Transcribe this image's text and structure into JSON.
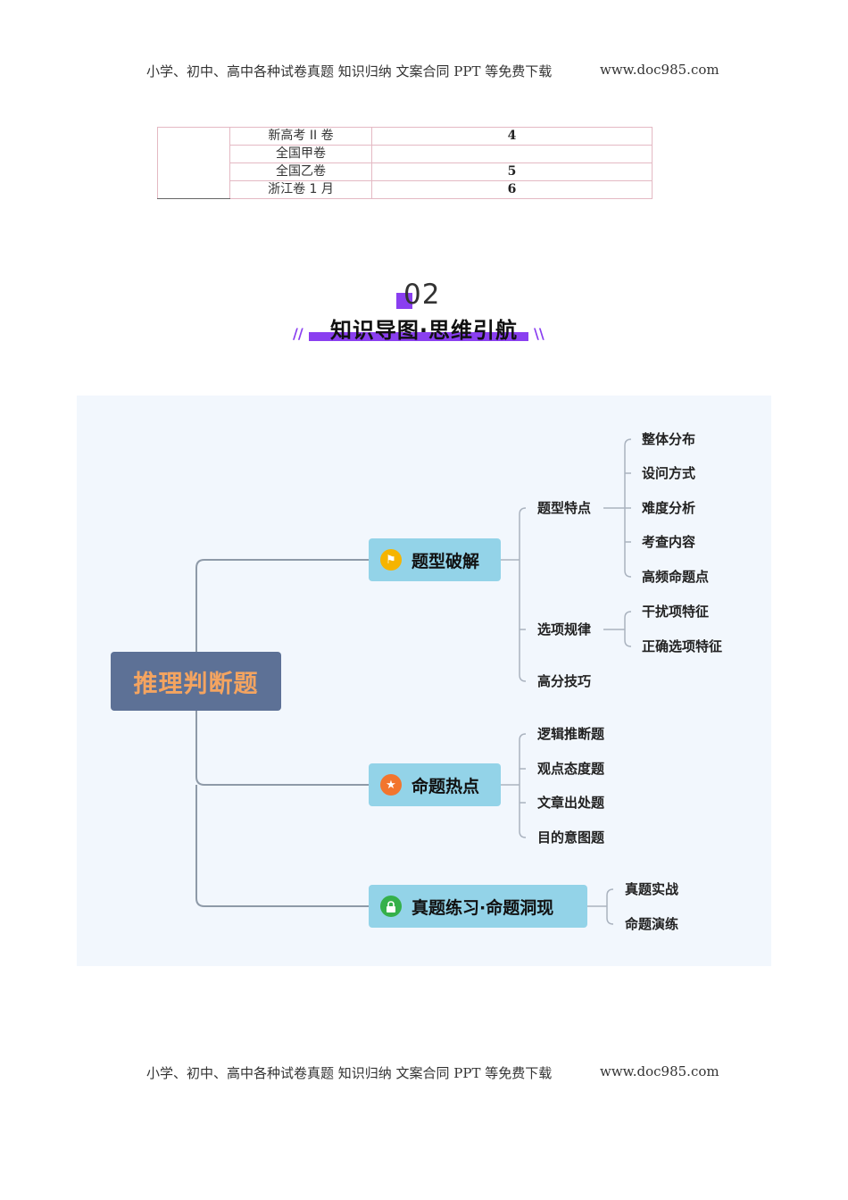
{
  "header": {
    "left_text": "小学、初中、高中各种试卷真题  知识归纳  文案合同  PPT 等免费下载",
    "right_text": "www.doc985.com"
  },
  "footer": {
    "left_text": "小学、初中、高中各种试卷真题  知识归纳  文案合同  PPT 等免费下载",
    "right_text": "www.doc985.com"
  },
  "exam_table": {
    "rows": [
      {
        "name": "新高考 II 卷",
        "value": "4"
      },
      {
        "name": "全国甲卷",
        "value": ""
      },
      {
        "name": "全国乙卷",
        "value": "5"
      },
      {
        "name": "浙江卷 1 月",
        "value": "6"
      }
    ]
  },
  "section": {
    "number": "02",
    "title": "知识导图·思维引航",
    "left_mark": "//",
    "right_mark": "\\\\"
  },
  "mindmap": {
    "root": "推理判断题",
    "branch1": {
      "label": "题型破解",
      "icon": "flag-icon",
      "sub1": {
        "label": "题型特点",
        "items": [
          "整体分布",
          "设问方式",
          "难度分析",
          "考查内容",
          "高频命题点"
        ]
      },
      "sub2": {
        "label": "选项规律",
        "items": [
          "干扰项特征",
          "正确选项特征"
        ]
      },
      "sub3": {
        "label": "高分技巧"
      }
    },
    "branch2": {
      "label": "命题热点",
      "icon": "star-icon",
      "items": [
        "逻辑推断题",
        "观点态度题",
        "文章出处题",
        "目的意图题"
      ]
    },
    "branch3": {
      "label": "真题练习·命题洞现",
      "icon": "lock-icon",
      "items": [
        "真题实战",
        "命题演练"
      ]
    },
    "colors": {
      "root_bg": "#5d7196",
      "root_text": "#f4a460",
      "branch_bg": "#93d3e8",
      "panel_bg": "#f2f7fd",
      "line": "#8e9aa8",
      "accent": "#8a3ff0"
    }
  }
}
